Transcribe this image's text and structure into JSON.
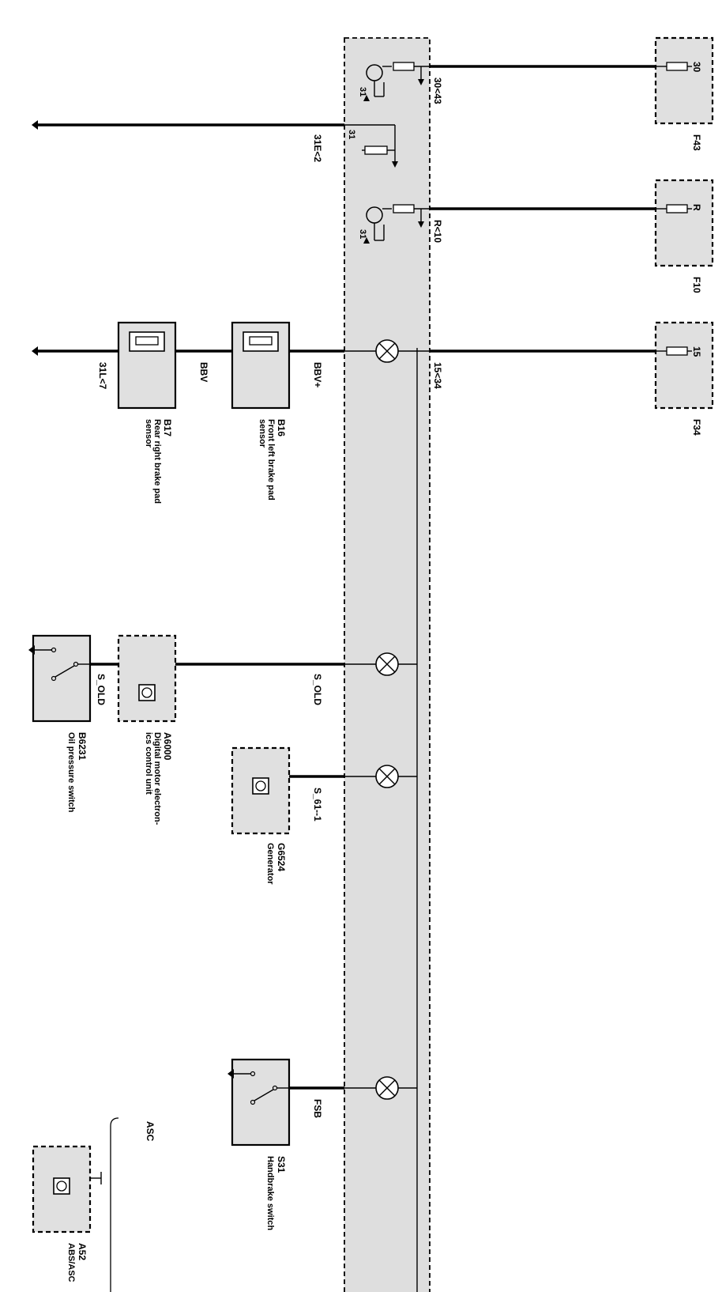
{
  "wires": {
    "w30": "30<43",
    "w31e": "31E<2",
    "wr": "R<10",
    "w15": "15<34",
    "bbv_plus": "BBV+",
    "bbv": "BBV",
    "w31l": "31L<7",
    "s_old_inner": "S_OLD",
    "s_old_outer": "S_OLD",
    "s61": "S_61--1",
    "fsb": "FSB"
  },
  "ground_labels": {
    "g1": "31",
    "g2": "31",
    "g3": "31"
  },
  "fuses": [
    {
      "id": "F43",
      "pin": "30"
    },
    {
      "id": "F10",
      "pin": "R"
    },
    {
      "id": "F34",
      "pin": "15"
    }
  ],
  "components": {
    "b16": {
      "id": "B16",
      "line1": "Front left brake pad",
      "line2": "sensor"
    },
    "b17": {
      "id": "B17",
      "line1": "Rear right brake pad",
      "line2": "sensor"
    },
    "a6000": {
      "id": "A6000",
      "line1": "Digital motor electron-",
      "line2": "ics control unit"
    },
    "b6231": {
      "id": "B6231",
      "line1": "Oil pressure switch"
    },
    "g6524": {
      "id": "G6524",
      "line1": "Generator"
    },
    "s31": {
      "id": "S31",
      "line1": "Handbrake switch"
    },
    "a52": {
      "id": "A52",
      "line1": "ABS/ASC"
    }
  },
  "asc_label": "ASC"
}
